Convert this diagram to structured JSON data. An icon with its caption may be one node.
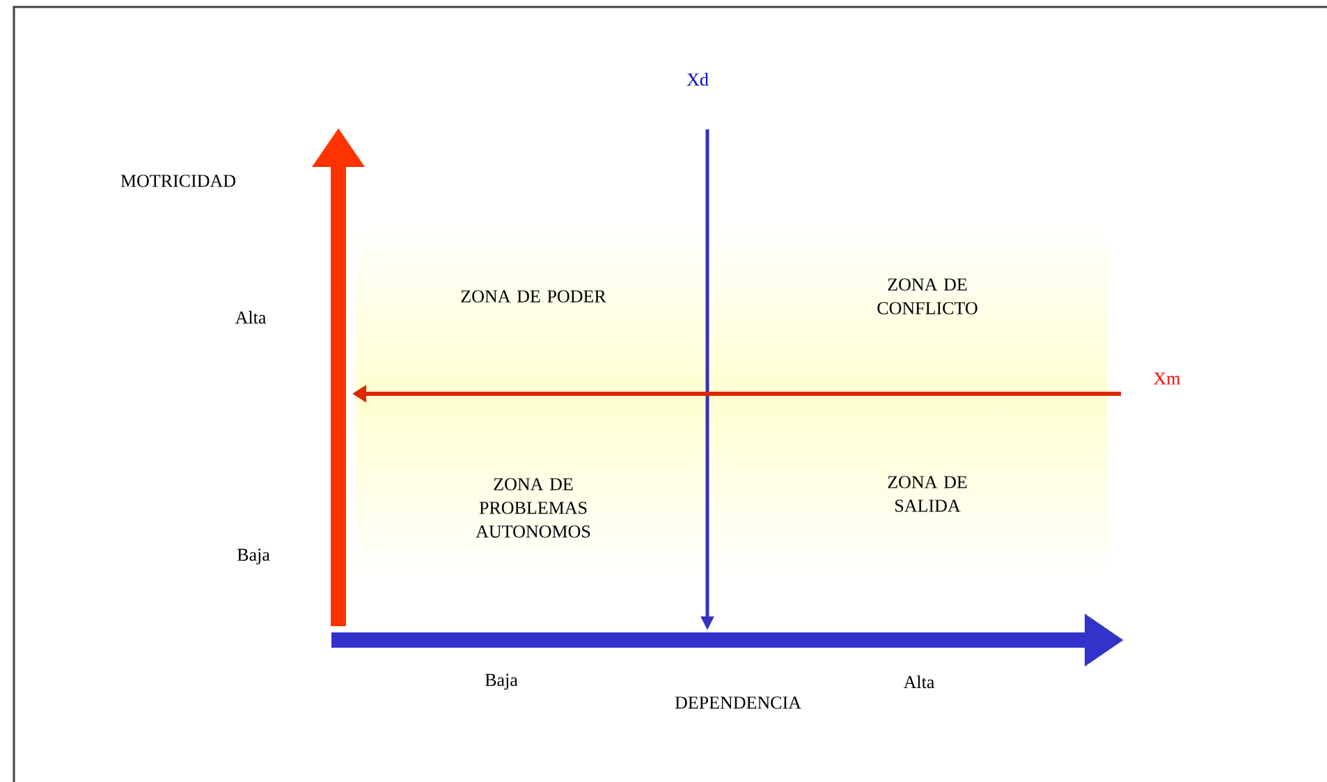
{
  "diagram": {
    "labels": [
      "MOTRICIDAD",
      "Xd",
      "ZONA DE PODER",
      "ZONA DE CONFLICTO",
      "Alta",
      "Xm",
      "ZONA DE PROBLEMAS AUTONOMOS",
      "ZONA DE SALIDA",
      "Baja",
      "Baja",
      "DEPENDENCIA",
      "Alta"
    ]
  }
}
